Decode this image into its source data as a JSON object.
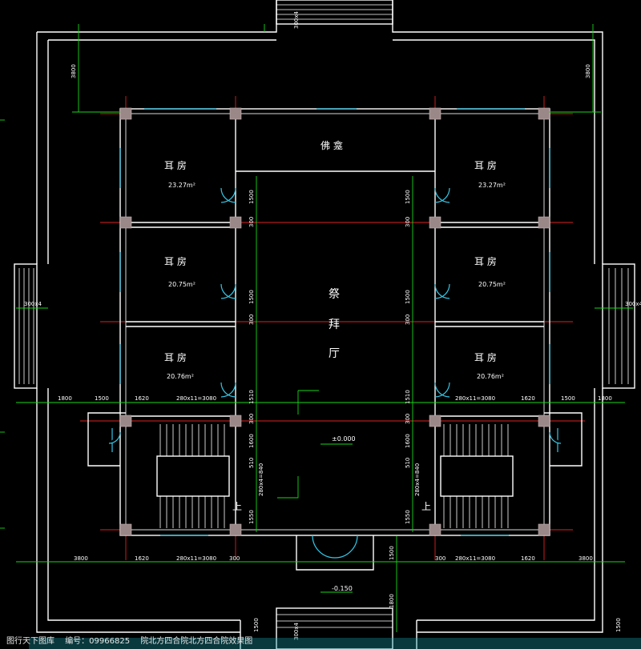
{
  "rooms": {
    "fokan": "佛 龛",
    "hall": [
      "祭",
      "拜",
      "厅"
    ],
    "er_fang": "耳  房",
    "areas": {
      "left_top": "23.27m²",
      "right_top": "23.27m²",
      "left_mid": "20.75m²",
      "right_mid": "20.75m²",
      "left_bot": "20.76m²",
      "right_bot": "20.76m²"
    }
  },
  "levels": {
    "floor": "±0.000",
    "outside": "-0.150"
  },
  "stair_up": "上",
  "dims": {
    "d3800": "3800",
    "d1800": "1800",
    "d1500": "1500",
    "d1620": "1620",
    "d300": "300",
    "d1600": "1600",
    "d1510": "1510",
    "d1550": "1550",
    "d510": "510",
    "steps_3080": "280x11=3080",
    "steps_840": "280x4=840",
    "steps_300x4": "300x4"
  },
  "watermark": {
    "left": "图行天下图库",
    "mid": "编号：09966825",
    "right": "院北方四合院北方四合院效果图"
  },
  "colors": {
    "background": "#000000",
    "wall": "#ffffff",
    "axis": "#e02020",
    "dimension": "#19d619",
    "window": "#34c8e8"
  }
}
